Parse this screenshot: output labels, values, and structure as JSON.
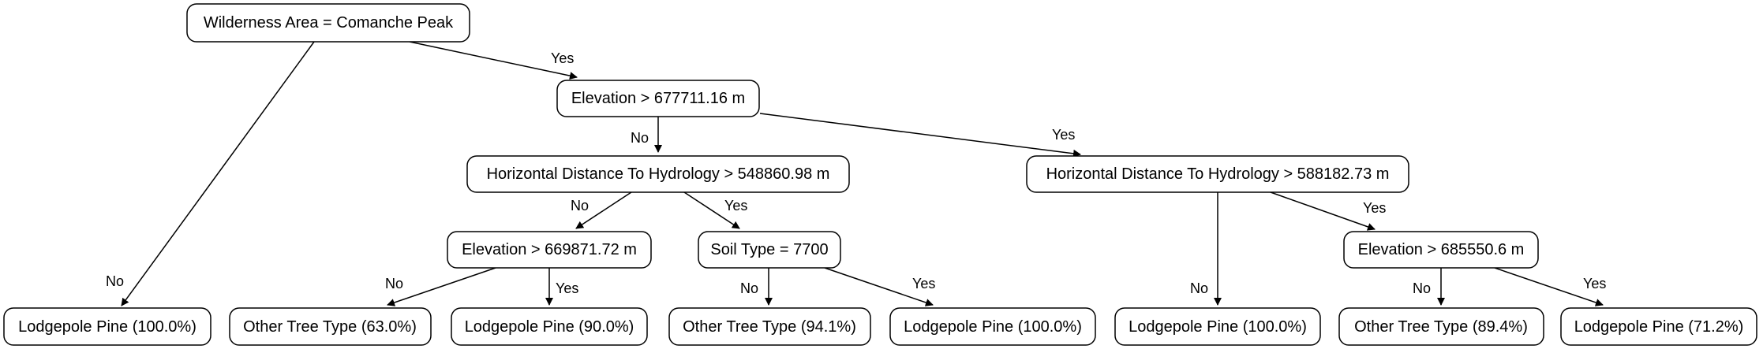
{
  "nodes": {
    "root": "Wilderness Area = Comanche Peak",
    "elev1": "Elevation > 677711.16 m",
    "hdh1": "Horizontal Distance To Hydrology > 548860.98 m",
    "hdh2": "Horizontal Distance To Hydrology > 588182.73 m",
    "elev2": "Elevation > 669871.72 m",
    "soil": "Soil Type = 7700",
    "elev3": "Elevation > 685550.6 m",
    "leaf1": "Lodgepole Pine (100.0%)",
    "leaf2": "Other Tree Type (63.0%)",
    "leaf3": "Lodgepole Pine (90.0%)",
    "leaf4": "Other Tree Type (94.1%)",
    "leaf5": "Lodgepole Pine (100.0%)",
    "leaf6": "Lodgepole Pine (100.0%)",
    "leaf7": "Other Tree Type (89.4%)",
    "leaf8": "Lodgepole Pine (71.2%)"
  },
  "edge_labels": {
    "yes": "Yes",
    "no": "No"
  }
}
